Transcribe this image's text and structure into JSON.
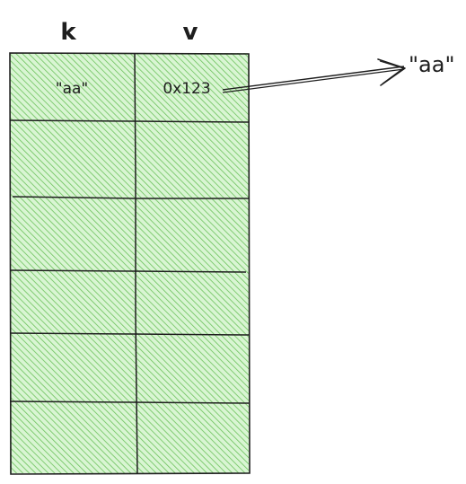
{
  "table": {
    "headers": {
      "key": "k",
      "value": "v"
    },
    "rows": [
      {
        "key": "\"aa\"",
        "value": "0x123"
      },
      {
        "key": "",
        "value": ""
      },
      {
        "key": "",
        "value": ""
      },
      {
        "key": "",
        "value": ""
      },
      {
        "key": "",
        "value": ""
      },
      {
        "key": "",
        "value": ""
      }
    ]
  },
  "pointer": {
    "target_label": "\"aa\""
  },
  "colors": {
    "fill": "#b2f2bb",
    "hatch": "#69c05a",
    "stroke": "#1e1e1e"
  }
}
